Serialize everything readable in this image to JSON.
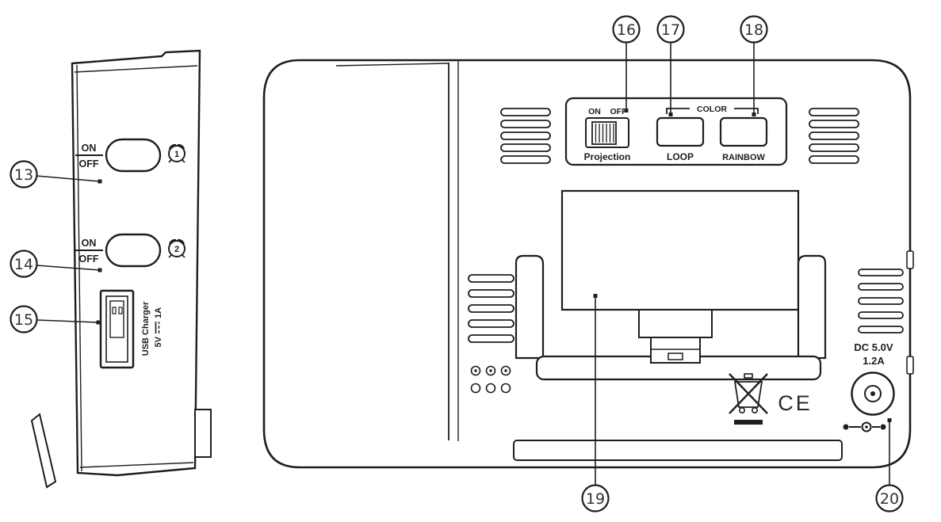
{
  "callouts": {
    "n13": "13",
    "n14": "14",
    "n15": "15",
    "n16": "16",
    "n17": "17",
    "n18": "18",
    "n19": "19",
    "n20": "20"
  },
  "side_view": {
    "alarm1_switch": {
      "on": "ON",
      "off": "OFF",
      "icon_num": "1"
    },
    "alarm2_switch": {
      "on": "ON",
      "off": "OFF",
      "icon_num": "2"
    },
    "usb": {
      "label": "USB Charger",
      "volts": "5V",
      "amps": "1A"
    }
  },
  "back_view": {
    "projection_switch": {
      "on": "ON",
      "off": "OFF",
      "label": "Projection"
    },
    "color_controls": {
      "group_label": "COLOR",
      "loop_label": "LOOP",
      "rainbow_label": "RAINBOW"
    },
    "power": {
      "dc_line1": "DC 5.0V",
      "dc_line2": "1.2A"
    },
    "ce_mark": "CE"
  },
  "colors": {
    "line": "#1e1e1e",
    "background": "#ffffff"
  }
}
